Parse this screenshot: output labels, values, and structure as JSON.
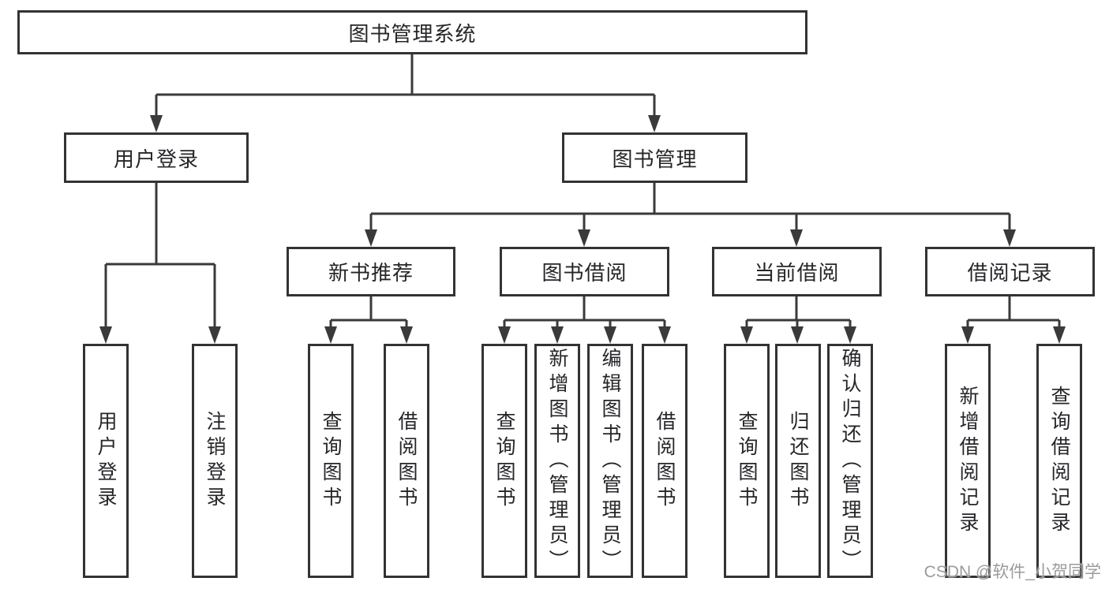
{
  "tree": {
    "root": {
      "label": "图书管理系统",
      "children": [
        {
          "label": "用户登录",
          "children": [
            {
              "label": "用户登录"
            },
            {
              "label": "注销登录"
            }
          ]
        },
        {
          "label": "图书管理",
          "children": [
            {
              "label": "新书推荐",
              "children": [
                {
                  "label": "查询图书"
                },
                {
                  "label": "借阅图书"
                }
              ]
            },
            {
              "label": "图书借阅",
              "children": [
                {
                  "label": "查询图书"
                },
                {
                  "label": "新增图书（管理员）"
                },
                {
                  "label": "编辑图书（管理员）"
                },
                {
                  "label": "借阅图书"
                }
              ]
            },
            {
              "label": "当前借阅",
              "children": [
                {
                  "label": "查询图书"
                },
                {
                  "label": "归还图书"
                },
                {
                  "label": "确认归还（管理员）"
                }
              ]
            },
            {
              "label": "借阅记录",
              "children": [
                {
                  "label": "新增借阅记录"
                },
                {
                  "label": "查询借阅记录"
                }
              ]
            }
          ]
        }
      ]
    }
  },
  "watermark": {
    "text": "CSDN @软件_小贺同学"
  },
  "colors": {
    "line": "#3a3a3a",
    "box_border": "#333333",
    "text": "#26262a",
    "watermark": "#9b9b9b",
    "background": "#ffffff"
  }
}
